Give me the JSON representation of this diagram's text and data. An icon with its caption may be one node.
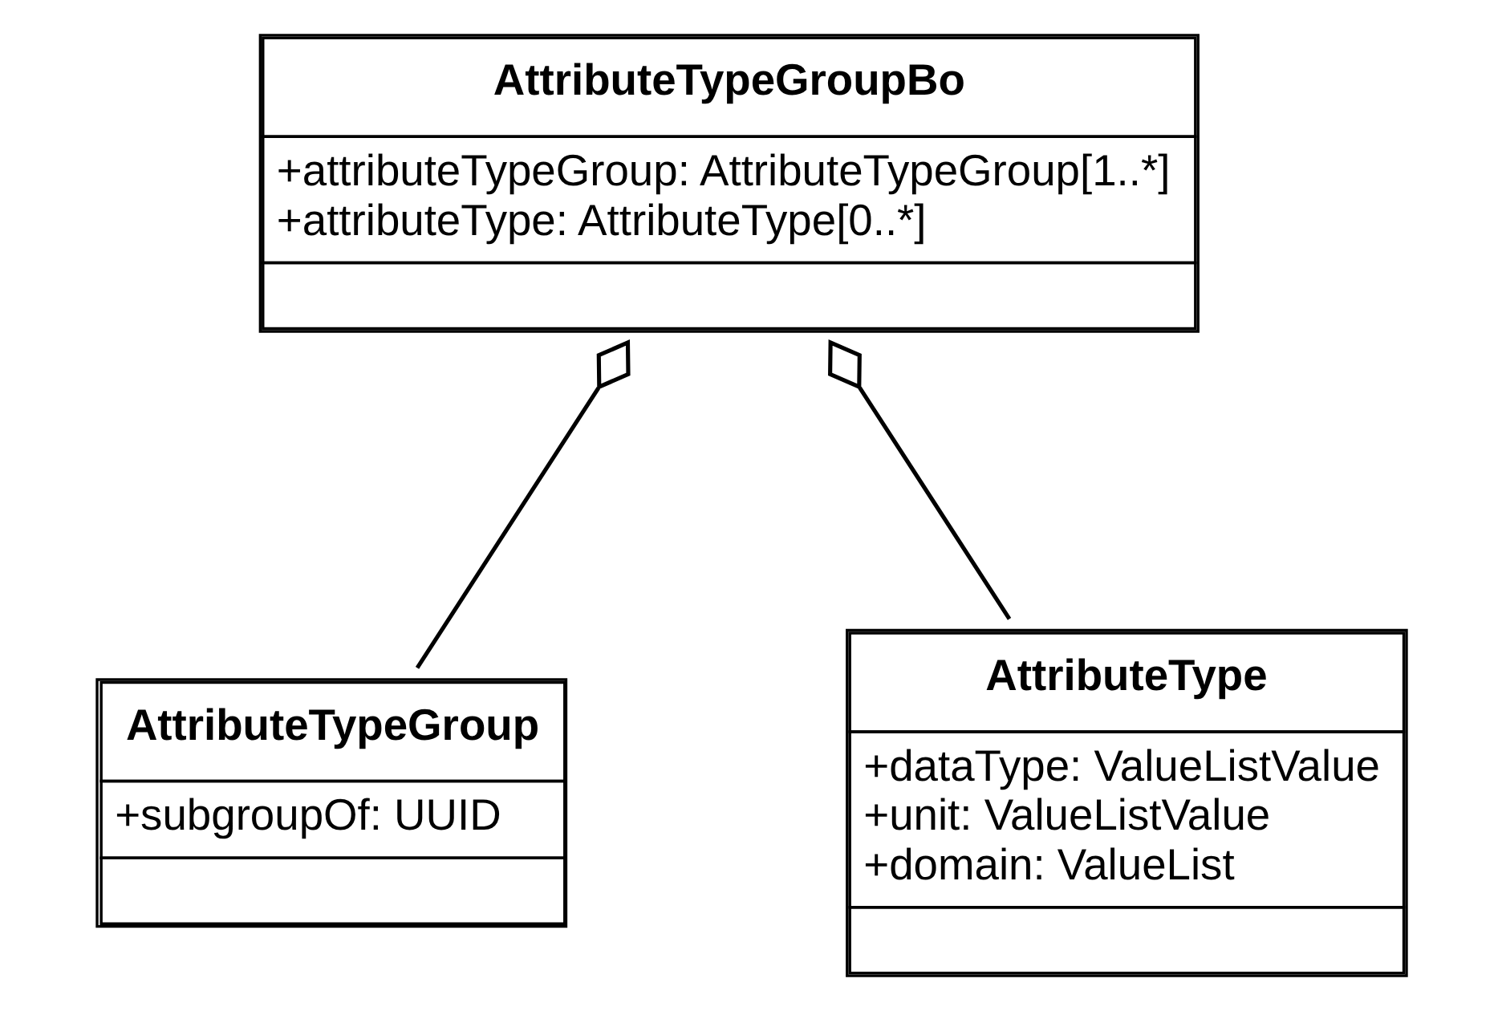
{
  "diagram": {
    "nodes": [
      {
        "text": [
          "AttributeTypeGroupBo",
          "+attributeTypeGroup: AttributeTypeGroup[1..*]",
          "+attributeType: AttributeType[0..*]"
        ]
      },
      {
        "text": [
          "AttributeTypeGroup",
          "+subgroupOf: UUID"
        ]
      },
      {
        "text": [
          "AttributeType",
          "+dataType: ValueListValue",
          "+unit: ValueListValue",
          "+domain: ValueList"
        ]
      }
    ],
    "edges": [
      {
        "from": 0,
        "to": 1,
        "arrow": "other"
      },
      {
        "from": 0,
        "to": 2,
        "arrow": "other"
      }
    ]
  }
}
